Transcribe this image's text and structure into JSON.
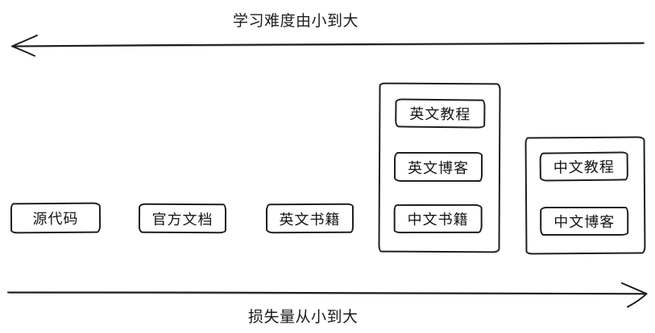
{
  "diagram": {
    "background": "#ffffff",
    "ink_color": "#1c1c1c",
    "top_axis": {
      "label": "学习难度由小到大",
      "direction": "left"
    },
    "bottom_axis": {
      "label": "损失量从小到大",
      "direction": "right"
    },
    "standalone_boxes": [
      {
        "label": "源代码"
      },
      {
        "label": "官方文档"
      },
      {
        "label": "英文书籍"
      }
    ],
    "groups": [
      {
        "name": "english-and-chinese-books-group",
        "items": [
          {
            "label": "英文教程"
          },
          {
            "label": "英文博客"
          },
          {
            "label": "中文书籍"
          }
        ]
      },
      {
        "name": "chinese-resources-group",
        "items": [
          {
            "label": "中文教程"
          },
          {
            "label": "中文博客"
          }
        ]
      }
    ]
  }
}
